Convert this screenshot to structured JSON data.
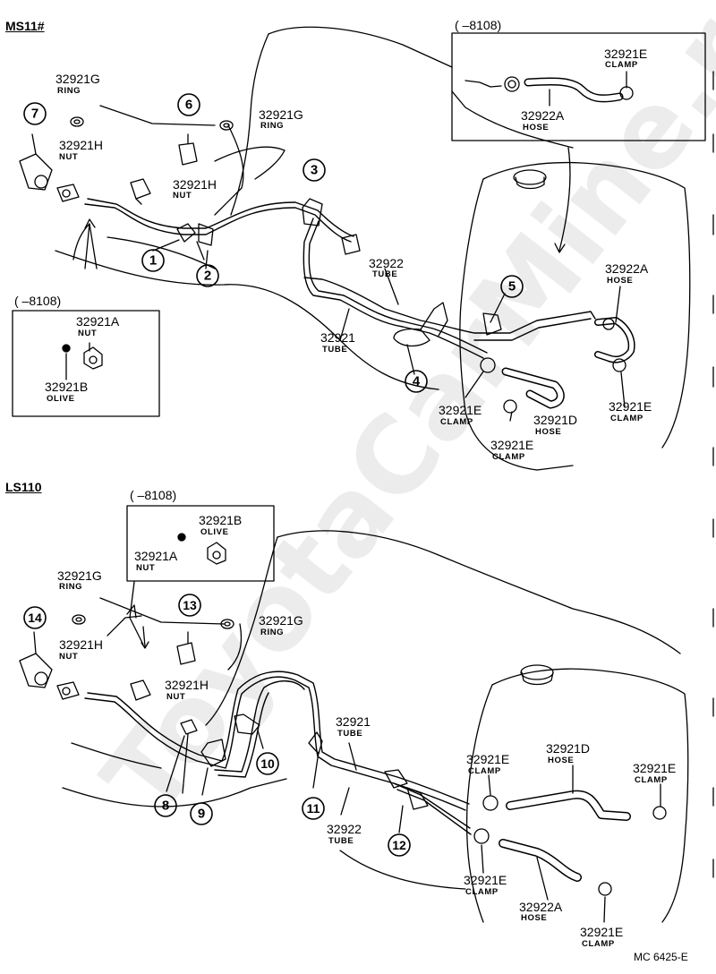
{
  "watermark": "ToyotaCarMine.ru",
  "figure_code": "MC 6425-E",
  "sections": {
    "top": {
      "model": "MS11#",
      "date_range_main": "(       –8108)",
      "date_range_inset": "(       –8108)"
    },
    "bottom": {
      "model": "LS110",
      "date_range": "(       –8108)"
    }
  },
  "parts": {
    "ring": "32921G",
    "nut_h": "32921H",
    "nut_a": "32921A",
    "olive": "32921B",
    "clamp": "32921E",
    "hose_d": "32921D",
    "hose_a": "32922A",
    "tube": "32921",
    "tube_b": "32922"
  },
  "labels": {
    "ring": "RING",
    "nut": "NUT",
    "olive": "OLIVE",
    "clamp": "CLAMP",
    "hose": "HOSE",
    "tube": "TUBE"
  },
  "callouts": [
    "1",
    "2",
    "3",
    "4",
    "5",
    "6",
    "7",
    "8",
    "9",
    "10",
    "11",
    "12",
    "13",
    "14"
  ]
}
